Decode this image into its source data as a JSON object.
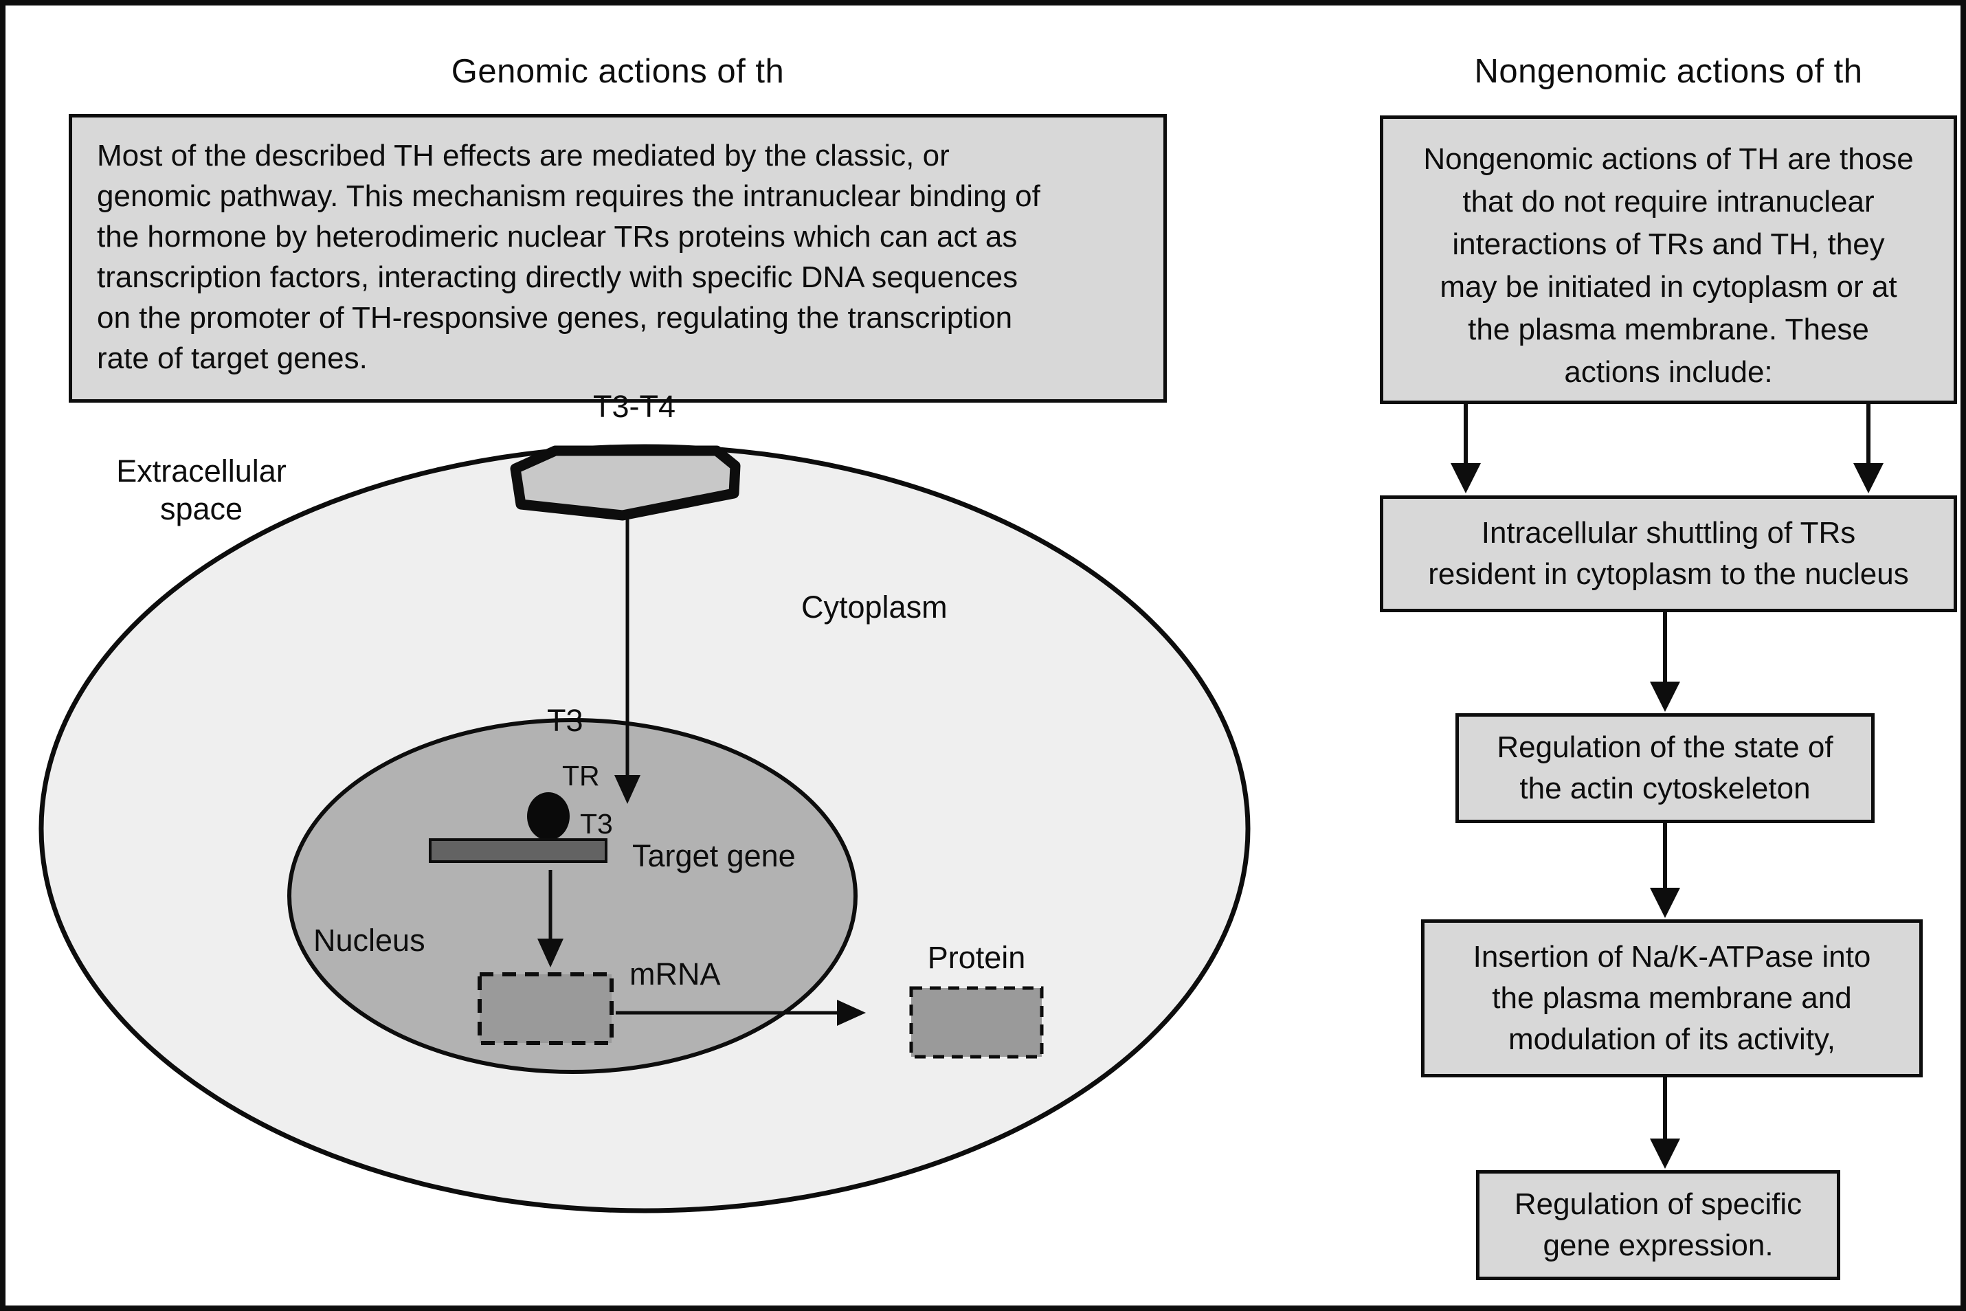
{
  "left": {
    "title": "Genomic actions of th",
    "description": [
      "Most of the described TH effects are mediated by the classic, or",
      "genomic pathway. This mechanism requires the intranuclear binding of",
      "the hormone by heterodimeric nuclear TRs proteins which can act as",
      "transcription factors, interacting directly with specific DNA sequences",
      "on the promoter of TH-responsive genes, regulating the transcription",
      "rate of target genes."
    ],
    "labels": {
      "hormone": "T3-T4",
      "extracellular": [
        "Extracellular",
        "space"
      ],
      "cytoplasm": "Cytoplasm",
      "t3_transport": "T3",
      "nucleus": "Nucleus",
      "tr": "TR",
      "t3_bound": "T3",
      "target_gene": "Target gene",
      "mrna": "mRNA",
      "protein": "Protein"
    }
  },
  "right": {
    "title": "Nongenomic actions of th",
    "description": [
      "Nongenomic actions of TH are those",
      "that do not require intranuclear",
      "interactions of TRs and TH, they",
      "may be initiated in cytoplasm or at",
      "the plasma membrane. These",
      "actions include:"
    ],
    "steps": [
      {
        "lines": [
          "Intracellular shuttling of TRs",
          "resident in cytoplasm to the nucleus"
        ]
      },
      {
        "lines": [
          "Regulation of the state of",
          "the actin cytoskeleton"
        ]
      },
      {
        "lines": [
          "Insertion of Na/K-ATPase into",
          "the plasma membrane and",
          "modulation of its activity,"
        ]
      },
      {
        "lines": [
          "Regulation of specific",
          "gene expression."
        ]
      }
    ]
  },
  "colors": {
    "background": "#ffffff",
    "box_fill": "#d8d8d8",
    "cell_fill": "#efefef",
    "nucleus_fill": "#b2b2b2",
    "receptor_fill": "#c8c8c8",
    "gene_bar_fill": "#636363",
    "rna_protein_fill": "#9a9a9a",
    "line_color": "#0d0d0d"
  }
}
